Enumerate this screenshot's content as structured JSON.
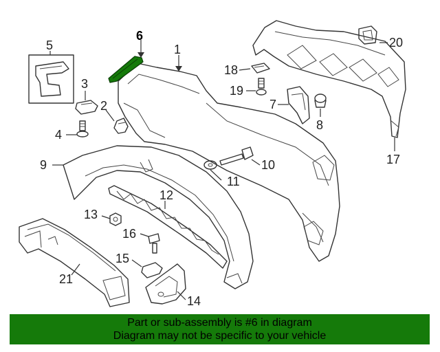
{
  "highlight_color": "#157A0A",
  "highlighted_part": "6",
  "banner": {
    "line1": "Part or sub-assembly is #6 in diagram",
    "line2": "Diagram may not be specific to your vehicle"
  },
  "callouts": {
    "c1": "1",
    "c2": "2",
    "c3": "3",
    "c4": "4",
    "c5": "5",
    "c6": "6",
    "c7": "7",
    "c8": "8",
    "c9": "9",
    "c10": "10",
    "c11": "11",
    "c12": "12",
    "c13": "13",
    "c14": "14",
    "c15": "15",
    "c16": "16",
    "c17": "17",
    "c18": "18",
    "c19": "19",
    "c20": "20",
    "c21": "21"
  }
}
